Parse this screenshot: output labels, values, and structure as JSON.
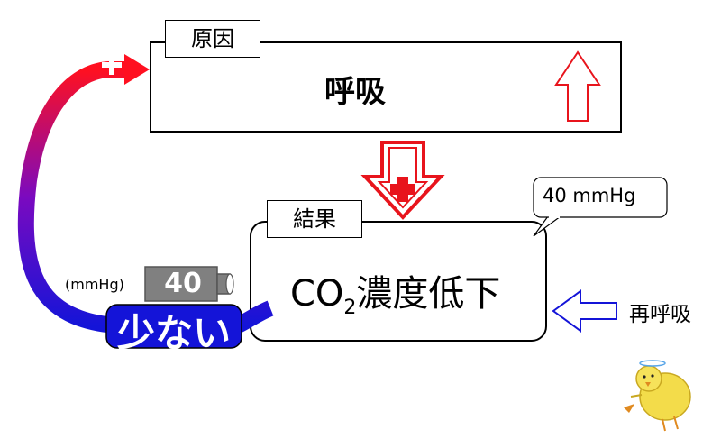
{
  "cause": {
    "tag": "原因",
    "label": "呼吸"
  },
  "result": {
    "tag": "結果",
    "label_prefix": "CO",
    "label_subscript": "2",
    "label_suffix": "濃度低下"
  },
  "callout": {
    "text": "40 mmHg"
  },
  "gauge": {
    "value": "40",
    "unit": "(mmHg)"
  },
  "low_badge": {
    "text": "少ない"
  },
  "rebreath": {
    "text": "再呼吸"
  },
  "colors": {
    "red": "#e8141c",
    "blue": "#1414d8",
    "gray": "#808080",
    "gradient_mid": "#7a0ac0"
  },
  "icons": [
    "plus-icon",
    "up-arrow-icon",
    "down-arrow-icon",
    "left-arrow-icon",
    "chick-icon"
  ]
}
